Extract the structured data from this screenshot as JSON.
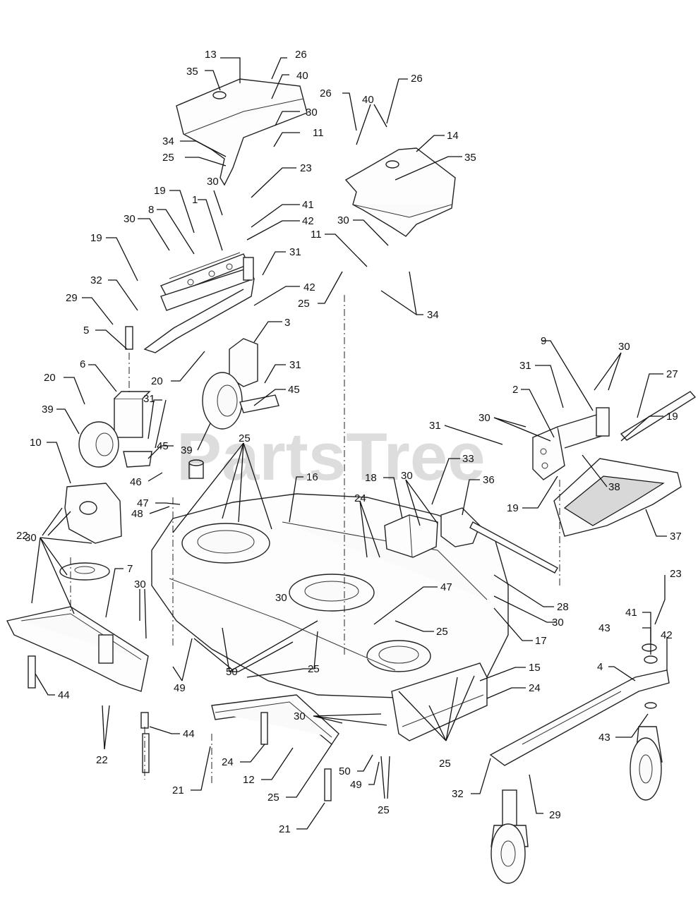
{
  "watermark": "PartsTree",
  "callouts": [
    {
      "id": "c13a",
      "text": "13"
    },
    {
      "id": "c26a",
      "text": "26"
    },
    {
      "id": "c35a",
      "text": "35"
    },
    {
      "id": "c40a",
      "text": "40"
    },
    {
      "id": "c30a",
      "text": "30"
    },
    {
      "id": "c34a",
      "text": "34"
    },
    {
      "id": "c11a",
      "text": "11"
    },
    {
      "id": "c25a",
      "text": "25"
    },
    {
      "id": "c23a",
      "text": "23"
    },
    {
      "id": "c30b",
      "text": "30"
    },
    {
      "id": "c19a",
      "text": "19"
    },
    {
      "id": "c1",
      "text": "1"
    },
    {
      "id": "c8",
      "text": "8"
    },
    {
      "id": "c30c",
      "text": "30"
    },
    {
      "id": "c41a",
      "text": "41"
    },
    {
      "id": "c42a",
      "text": "42"
    },
    {
      "id": "c19b",
      "text": "19"
    },
    {
      "id": "c31a",
      "text": "31"
    },
    {
      "id": "c32a",
      "text": "32"
    },
    {
      "id": "c42b",
      "text": "42"
    },
    {
      "id": "c29a",
      "text": "29"
    },
    {
      "id": "c5",
      "text": "5"
    },
    {
      "id": "c3",
      "text": "3"
    },
    {
      "id": "c26b",
      "text": "26"
    },
    {
      "id": "c40b",
      "text": "40"
    },
    {
      "id": "c26c",
      "text": "26"
    },
    {
      "id": "c14",
      "text": "14"
    },
    {
      "id": "c35b",
      "text": "35"
    },
    {
      "id": "c30d",
      "text": "30"
    },
    {
      "id": "c11b",
      "text": "11"
    },
    {
      "id": "c25b",
      "text": "25"
    },
    {
      "id": "c34b",
      "text": "34"
    },
    {
      "id": "c20a",
      "text": "20"
    },
    {
      "id": "c6",
      "text": "6"
    },
    {
      "id": "c20b",
      "text": "20"
    },
    {
      "id": "c31b",
      "text": "31"
    },
    {
      "id": "c31c",
      "text": "31"
    },
    {
      "id": "c45a",
      "text": "45"
    },
    {
      "id": "c39a",
      "text": "39"
    },
    {
      "id": "c45b",
      "text": "45"
    },
    {
      "id": "c39b",
      "text": "39"
    },
    {
      "id": "c10",
      "text": "10"
    },
    {
      "id": "c46",
      "text": "46"
    },
    {
      "id": "c25c",
      "text": "25"
    },
    {
      "id": "c16",
      "text": "16"
    },
    {
      "id": "c47a",
      "text": "47"
    },
    {
      "id": "c48",
      "text": "48"
    },
    {
      "id": "c22a",
      "text": "22"
    },
    {
      "id": "c30e",
      "text": "30"
    },
    {
      "id": "c7",
      "text": "7"
    },
    {
      "id": "c30f",
      "text": "30"
    },
    {
      "id": "c9",
      "text": "9"
    },
    {
      "id": "c30g",
      "text": "30"
    },
    {
      "id": "c31d",
      "text": "31"
    },
    {
      "id": "c27",
      "text": "27"
    },
    {
      "id": "c2",
      "text": "2"
    },
    {
      "id": "c30h",
      "text": "30"
    },
    {
      "id": "c19c",
      "text": "19"
    },
    {
      "id": "c31e",
      "text": "31"
    },
    {
      "id": "c33",
      "text": "33"
    },
    {
      "id": "c18",
      "text": "18"
    },
    {
      "id": "c30i",
      "text": "30"
    },
    {
      "id": "c36",
      "text": "36"
    },
    {
      "id": "c38",
      "text": "38"
    },
    {
      "id": "c19d",
      "text": "19"
    },
    {
      "id": "c24a",
      "text": "24"
    },
    {
      "id": "c37",
      "text": "37"
    },
    {
      "id": "c47b",
      "text": "47"
    },
    {
      "id": "c25d",
      "text": "25"
    },
    {
      "id": "c28",
      "text": "28"
    },
    {
      "id": "c30j",
      "text": "30"
    },
    {
      "id": "c17",
      "text": "17"
    },
    {
      "id": "c30k",
      "text": "30"
    },
    {
      "id": "c23b",
      "text": "23"
    },
    {
      "id": "c41b",
      "text": "41"
    },
    {
      "id": "c43a",
      "text": "43"
    },
    {
      "id": "c42c",
      "text": "42"
    },
    {
      "id": "c44a",
      "text": "44"
    },
    {
      "id": "c50a",
      "text": "50"
    },
    {
      "id": "c49a",
      "text": "49"
    },
    {
      "id": "c25e",
      "text": "25"
    },
    {
      "id": "c15",
      "text": "15"
    },
    {
      "id": "c24b",
      "text": "24"
    },
    {
      "id": "c4",
      "text": "4"
    },
    {
      "id": "c22b",
      "text": "22"
    },
    {
      "id": "c44b",
      "text": "44"
    },
    {
      "id": "c30l",
      "text": "30"
    },
    {
      "id": "c25f",
      "text": "25"
    },
    {
      "id": "c43b",
      "text": "43"
    },
    {
      "id": "c21a",
      "text": "21"
    },
    {
      "id": "c24c",
      "text": "24"
    },
    {
      "id": "c12",
      "text": "12"
    },
    {
      "id": "c25g",
      "text": "25"
    },
    {
      "id": "c50b",
      "text": "50"
    },
    {
      "id": "c49b",
      "text": "49"
    },
    {
      "id": "c25h",
      "text": "25"
    },
    {
      "id": "c32b",
      "text": "32"
    },
    {
      "id": "c29b",
      "text": "29"
    },
    {
      "id": "c21b",
      "text": "21"
    }
  ]
}
